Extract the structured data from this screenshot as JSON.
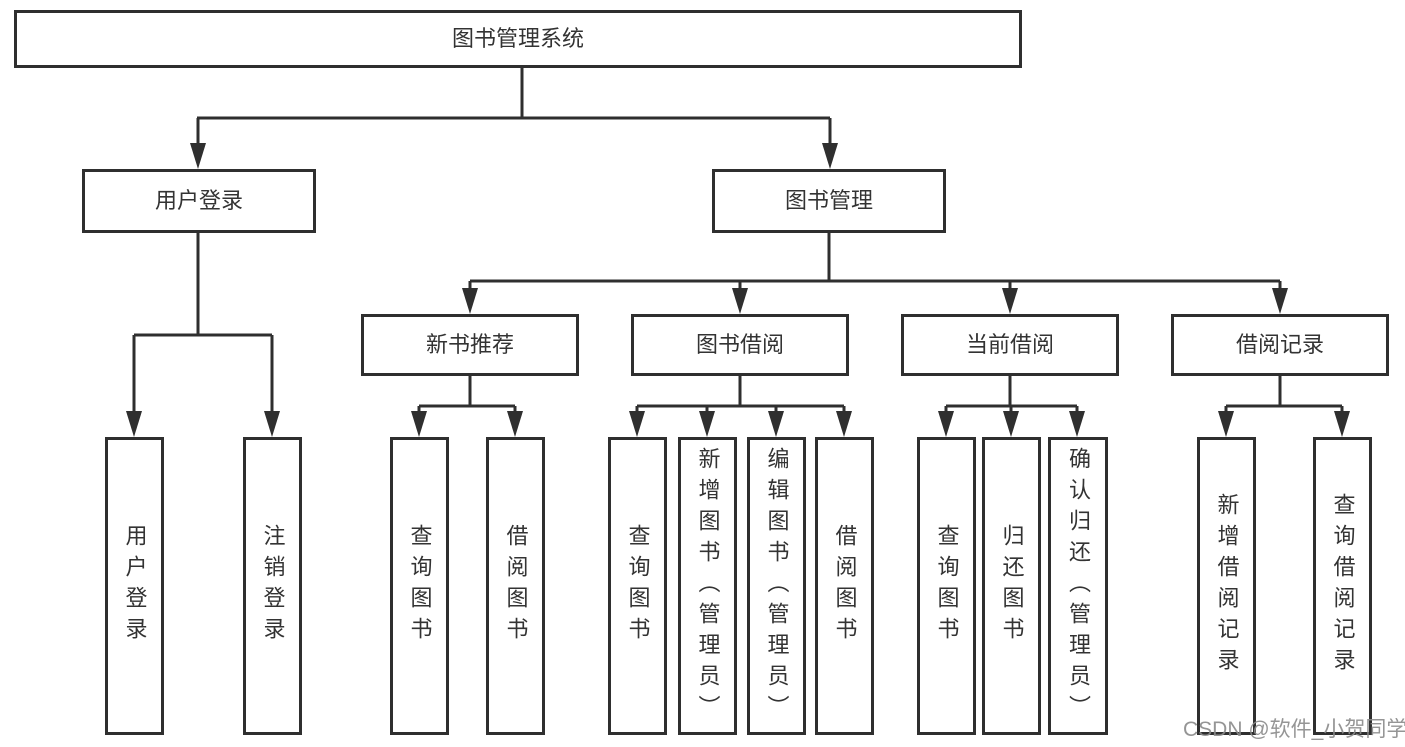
{
  "diagram": {
    "root": {
      "label": "图书管理系统"
    },
    "login_branch": {
      "label": "用户登录",
      "leaves": [
        {
          "label": "用户登录"
        },
        {
          "label": "注销登录"
        }
      ]
    },
    "mgmt_branch": {
      "label": "图书管理",
      "sections": [
        {
          "label": "新书推荐",
          "leaves": [
            {
              "label": "查询图书"
            },
            {
              "label": "借阅图书"
            }
          ]
        },
        {
          "label": "图书借阅",
          "leaves": [
            {
              "label": "查询图书"
            },
            {
              "label": "新增图书（管理员）"
            },
            {
              "label": "编辑图书（管理员）"
            },
            {
              "label": "借阅图书"
            }
          ]
        },
        {
          "label": "当前借阅",
          "leaves": [
            {
              "label": "查询图书"
            },
            {
              "label": "归还图书"
            },
            {
              "label": "确认归还（管理员）"
            }
          ]
        },
        {
          "label": "借阅记录",
          "leaves": [
            {
              "label": "新增借阅记录"
            },
            {
              "label": "查询借阅记录"
            }
          ]
        }
      ]
    }
  },
  "watermark": {
    "text": "CSDN @软件_小贺同学"
  },
  "colors": {
    "line": "#2f2f2f",
    "text": "#333333",
    "watermark": "#8a8a8a",
    "background": "#ffffff"
  }
}
